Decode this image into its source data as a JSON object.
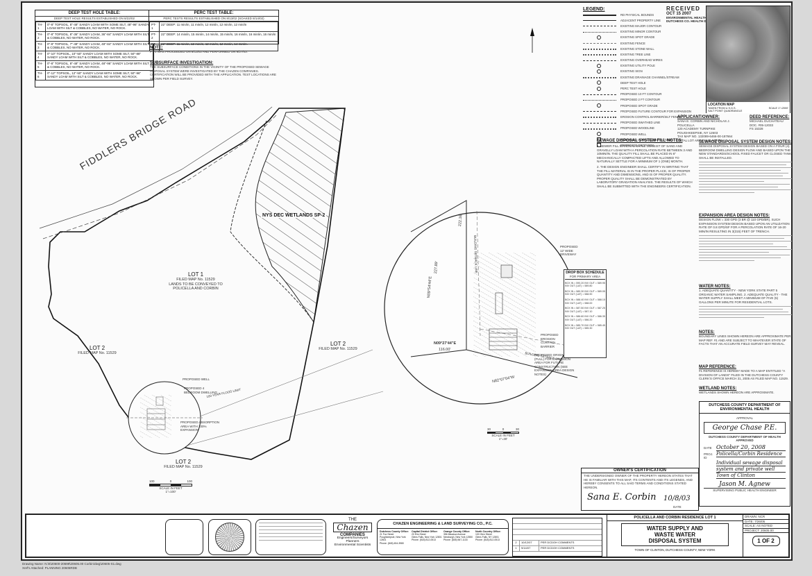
{
  "received_stamp": {
    "title": "RECEIVED",
    "date": "OCT 15 2007",
    "line1": "ENVIRONMENTAL HEALTH",
    "line2": "DUTCHESS CO. HEALTH DEPT."
  },
  "deep_test_table": {
    "title": "DEEP TEST HOLE TABLE:",
    "subtitle": "DEEP TEST HOLE RESULTS ESTABLISHED ON 8/22/02",
    "rows": [
      {
        "id": "TH-1",
        "desc": "0\"-8\" TOPSOIL, 8\"-48\" SANDY LOAM WITH SOME SILT, 48\"-96\" SANDY LOAM WITH SILT & COBBLES, NO WATER, NO ROCK."
      },
      {
        "id": "TH-2",
        "desc": "0\"-8\" TOPSOIL, 8\"-36\" SANDY LOAM, 36\"-84\" SANDY LOAM WITH SILT & COBBLES, NO WATER, NO ROCK."
      },
      {
        "id": "TH-3",
        "desc": "0\"-8\" TOPSOIL, 7\"-48\" SANDY LOAM, 48\"-84\" SANDY LOAM WITH SILT & COBBLES, NO WATER, NO ROCK."
      },
      {
        "id": "TH-4",
        "desc": "0\"-10\" TOPSOIL, 10\"-50\" SANDY LOAM WITH SOME SILT, 50\"-88\" SANDY LOAM WITH SILT & COBBLES, NO WATER, NO ROCK."
      },
      {
        "id": "TH-5",
        "desc": "0\"-8\" TOPSOIL, 8\"-48\" SANDY LOAM, 48\"-96\" SANDY LOAM WITH SILT & COBBLES, NO WATER, NO ROCK."
      },
      {
        "id": "TH-6",
        "desc": "0\"-12\" TOPSOIL, 12\"-50\" SANDY LOAM WITH SOME SILT, 50\"-96\" SANDY LOAM WITH SILT & COBBLES, NO WATER, NO ROCK."
      }
    ]
  },
  "perc_test_table": {
    "title": "PERC TEST TABLE:",
    "subtitle": "PERC TESTS RESULTS ESTABLISHED ON 8/13/02 (SOAKED 8/14/02)",
    "rows": [
      {
        "id": "PT-1",
        "desc": "22\" DEEP: 11 min/in, 11 min/in, 12 min/in, 12 min/in, 12 min/in"
      },
      {
        "id": "PT-2",
        "desc": "22\" DEEP: 14 min/in, 15 min/in, 14 min/in, 15 min/in, 16 min/in, 16 min/in, 16 min/in"
      },
      {
        "id": "PT-3",
        "desc": "22\" DEEP: 11 min/in, 12 min/in, 12 min/in, 12 min/in, 14 min/in."
      }
    ]
  },
  "note": {
    "title": "NOTE:",
    "text": "PT-3 WAS PROCEEDED ON 8/13/02 AND PERFORMED ON 8/27/03."
  },
  "subsurface": {
    "title": "SUBSURFACE INVESTIGATION:",
    "text": "THE SUBSURFACE CONDITIONS IN THE VICINITY OF THE PROPOSED SEWAGE DISPOSAL SYSTEM WERE INVESTIGATED BY THE CHAZEN COMPANIES. CERTIFICATION WILL BE PROVIDED WITH THE APPLICATION. TEST LOCATIONS ARE SHOWN PER FIELD SURVEY."
  },
  "legend": {
    "title": "LEGEND:",
    "items": [
      "RD PHYSICAL BOUNDS",
      "ADJACENT PROPERTY LINE",
      "EXISTING MAJOR CONTOUR",
      "EXISTING MINOR CONTOUR",
      "EXISTING SPOT GRADE",
      "EXISTING FENCE",
      "EXISTING STONE WALL",
      "EXISTING TREE LINE",
      "EXISTING OVERHEAD WIRES",
      "EXISTING UTILITY POLE",
      "EXISTING SIGN",
      "EXISTING DRAINAGE CHANNEL/STREAM",
      "DEEP TEST HOLE",
      "PERC TEST HOLE",
      "PROPOSED 10 FT CONTOUR",
      "PROPOSED 2 FT CONTOUR",
      "PROPOSED SPOT GRADE",
      "PROPOSED FUTURE CONTOUR FOR EXPANSION",
      "EROSION CONTROL BARRIER/SILT FENCE",
      "PROPOSED SWATHED LINE",
      "PROPOSED WOODLINE",
      "PROPOSED WELL",
      "PROPOSED 1,000 GAL SEPTIC TANK",
      "PROPOSED DROP BOX"
    ]
  },
  "location_map": {
    "title": "LOCATION MAP",
    "source": "TAKEN FROM U.S.G.S.",
    "quad": "SALT POINT QUADRANGLE",
    "scale": "SCALE 1\"=2000'"
  },
  "applicant": {
    "title": "APPLICANT/OWNER:",
    "lines": [
      "SANA E. CORBIN AND NICHOLAS J. POLICELLA",
      "120 ACADEMY TURNPIKE",
      "POUGHKEEPSIE, NY 12603"
    ],
    "tax": "TAX MAP NO. 132089-6466-00-187664",
    "area": "TOTAL LOT AREA: 4.40 ACRES"
  },
  "deed": {
    "title": "DEED REFERENCE:",
    "lines": [
      "MICHAEL DUCHATEAU",
      "DOC. #05-12033",
      "FS 15328"
    ]
  },
  "fill_notes": {
    "title": "SEWAGE DISPOSAL SYSTEM FILL NOTES:",
    "items": [
      "1. SEWER FILL MATERIAL SHALL CONSIST OF SAND AND GRAVELLY LOAM WITH A PERCOLATION RATE BETWEEN 3 AND 10MIN/IN. THE QUALITY FILL SHALL BE PLACED IN 6\" MECHANICALLY COMPACTED LIFTS AND ALLOWED TO NATURALLY SETTLE FOR A MINIMUM OF 1 (ONE) MONTH.",
      "2. THE DESIGN ENGINEER SHALL CERTIFY IN WRITING THAT THE FILL MATERIAL IS IN THE PROPER PLACE, IS OF PROPER QUANTITY AND DIMENSIONS, AND IS OF PROPER QUALITY. PROPER QUALITY SHALL BE DEMONSTRATED BY LABORATORY GRADATION ANALYSIS. THE RESULTS OF WHICH SHALL BE SUBMITTED WITH THE ENGINEERS CERTIFICATION."
    ]
  },
  "design_notes": {
    "title": "SEWAGE DISPOSAL SYSTEM DESIGN NOTES:",
    "text": "SEWAGE DISPOSAL SYSTEM DESIGN BASED ON A FOUR (4) BEDROOM DWELLING DESIGN FLOW AND BASED UPON THE NEW STANDARDS/SCHOOL FIXED FAUCET OR CLOSED TANK SHALL BE INSTALLED."
  },
  "expansion_notes": {
    "title": "EXPANSION AREA DESIGN NOTES:",
    "text": "DESIGN FLOW = 330 GPD (3 BR @ 110 GPD/BR). SUCH EXPANSION SYSTEM DESIGN BASED UPON AN UTILIZATION RATE OF 0.8 GPD/SF FOR A PERCOLATION RATE OF 16-20 MIN/IN RESULTING IN 3(315) FEET OF TRENCH."
  },
  "water_notes": {
    "title": "WATER NOTES:",
    "text": "1. ADEQUATE QUANTITY - NEW YORK STATE PART 5 ORGANIC WATER SAMPLING. 2. ADEQUATE QUALITY - THE WATER SUPPLY SHALL MEET A MINIMUM OF FIVE (5) GALLONS PER MINUTE FOR RESIDENTIAL LOTS."
  },
  "notes2": {
    "title": "NOTES:",
    "text": "BOUNDARY LINES SHOWN HEREON ARE APPROXIMATE PER MAP REF. #1 AND ARE SUBJECT TO WHATEVER STATE OF FACTS THAT AN ACCURATE FIELD SURVEY MAY REVEAL."
  },
  "map_reference": {
    "title": "MAP REFERENCE:",
    "text": "#1 REFERENCE IS HEREBY MADE TO A MAP ENTITLED \"A DIVISION OF LANDS\" FILED IN THE DUTCHESS COUNTY CLERK'S OFFICE MARCH 31, 2005 AS FILED MAP NO. 11529."
  },
  "wetland_notes": {
    "title": "WETLAND NOTES:",
    "text": "WETLANDS SHOWN HEREON ARE APPROXIMATE."
  },
  "dept": {
    "title": "DUTCHESS COUNTY DEPARTMENT OF ENVIRONMENTAL HEALTH",
    "approval_for": "APPROVAL",
    "signature": "George Chase P.E.",
    "commissioner": "DUTCHESS COUNTY DEPARTMENT OF HEALTH",
    "approved": "APPROVED",
    "date_label": "DATE",
    "date_value": "October 20, 2008",
    "project_label": "PROJ. ID",
    "project_value": "Policella/Corbin Residence",
    "project_line2": "Individual sewage disposal",
    "project_line3": "system and private well",
    "project_line4": "Town of Clinton",
    "signer": "Jason M. Agnew",
    "signer_title": "SUPERVISING PUBLIC HEALTH ENGINEER"
  },
  "owners_cert": {
    "title": "OWNER'S CERTIFICATION",
    "text": "THE UNDERSIGNED OWNER OF THE PROPERTY HEREON STATES THAT HE IS FAMILIAR WITH THIS MAP, ITS CONTENTS AND ITS LEGENDS, AND HEREBY CONSENTS TO ALL SAID TERMS AND CONDITIONS STATED HEREON.",
    "signature": "Sana E. Corbin",
    "date": "10/8/03",
    "date_label": "DATE"
  },
  "drawing": {
    "road": "FIDDLERS BRIDGE ROAD",
    "wetlands": "NYS DEC WETLANDS SP-2",
    "lot1_title": "LOT 1",
    "lot1_map": "FILED MAP No. 11529",
    "lot1_line1": "LANDS TO BE CONVEYED TO",
    "lot1_line2": "POLICELLA AND CORBIN",
    "lot2_left": "LOT 2",
    "lot2_left_map": "FILED MAP No. 11529",
    "lot2_right": "LOT 2",
    "lot2_right_map": "FILED MAP No. 11529",
    "lot2_bottom": "LOT 2",
    "lot2_bottom_map": "FILED MAP No. 11529",
    "bearing1": "N09°27'44\"E",
    "bearing1_dist": "116.00'",
    "bearing2": "N82°07'04\"W",
    "bearing3": "N09°54'44\"E",
    "dist3": "227.89'",
    "setback": "BUILDING SETBACK LINE",
    "setback2": "BUILDING SETBACK LINE",
    "dim_top": "222.16'",
    "proposed_well": "PROPOSED WELL",
    "proposed_dwelling": "PROPOSED 4 BEDROOM DWELLING",
    "proposed_absorption": "PROPOSED ABSORPTION AREA WITH 100% EXPANSION",
    "flood": "100 YEAR FLOOD LIMIT",
    "expansion_note": "PROPOSED ORIGINAL (FULL) FOR EXPANSION AREA FOR FUTURE CONSTRUCTION (SEE EXPANSION AREA DESIGN NOTES)",
    "proposed_driveway": "PROPOSED 12' WIDE DRIVEWAY",
    "proposed_silt": "PROPOSED EROSION CONTROL BARRIER"
  },
  "drop_box": {
    "title": "DROP BOX SCHEDULE",
    "subtitle": "FOR PRIMARY AREA",
    "rows": [
      "BOX IN = 590.20  INV OUT = 589.95  INV OUT (LAT) = 589.80",
      "BOX IN = 589.30  INV OUT = 589.05  INV OUT (LAT) = 588.90",
      "BOX IN = 588.40  INV OUT = 588.15  INV OUT (LAT) = 588.00",
      "BOX IN = 587.50  INV OUT = 587.25  INV OUT (LAT) = 587.10",
      "BOX IN = 586.60  INV OUT = 586.35  INV OUT (LAT) = 586.20",
      "BOX IN = 585.70  INV OUT = 585.45  INV OUT (LAT) = 585.30"
    ]
  },
  "scales": {
    "main": "SCALE IN FEET",
    "main_ratio": "1\"=100'",
    "main_ticks": [
      "100",
      "0",
      "100"
    ],
    "detail": "SCALE IN FEET",
    "detail_ratio": "1\"=30'",
    "detail_ticks": [
      "30",
      "0",
      "30"
    ]
  },
  "title_block": {
    "company": "CHAZEN ENGINEERING & LAND SURVEYING CO., P.C.",
    "logo_line1": "THE",
    "logo_line2": "Chazen",
    "logo_line3": "COMPANIES",
    "logo_line4": "Engineers/Surveyors",
    "logo_line5": "Planners",
    "logo_line6": "Environmental Scientists",
    "offices": [
      {
        "name": "Dutchess County Office:",
        "lines": [
          "21 Fox Street",
          "Poughkeepsie, New York 12601",
          "Phone: (845) 454-3980"
        ]
      },
      {
        "name": "Capital District Office:",
        "lines": [
          "20 Elm Street",
          "Glens Falls, New York 12801",
          "Phone: (518) 812-0513"
        ]
      },
      {
        "name": "Orange County Office:",
        "lines": [
          "356 Meadow Avenue",
          "Newburgh, New York 12550",
          "Phone: (845) 567-1133"
        ]
      },
      {
        "name": "North Country Office:",
        "lines": [
          "100 Glen Street",
          "Glens Falls, NY 12801",
          "Phone: (518) 812-0513"
        ]
      }
    ],
    "revisions": [
      {
        "no": "2",
        "date": "10/12/07",
        "desc": "PER DCDOH COMMENTS"
      },
      {
        "no": "1",
        "date": "9/14/07",
        "desc": "PER DCDOH COMMENTS"
      }
    ],
    "project_title": "POLICELLA AND CORBIN RESIDENCE LOT 1",
    "sheet_title_1": "WATER SUPPLY AND",
    "sheet_title_2": "WASTE WATER",
    "sheet_title_3": "DISPOSAL SYSTEM",
    "location": "TOWN OF CLINTON, DUTCHESS COUNTY, NEW YORK",
    "sheet": "1 OF 2",
    "drawn": "DRAWN: NCR",
    "date": "DATE: 7/26/05",
    "scale": "SCALE: AS NOTED",
    "project_no": "PROJECT: 20605.00"
  },
  "footer": {
    "line1": "Drawing Name: N:\\6\\20600-20699\\20605.00 Corbin\\dwg\\20605-S1.dwg",
    "line2": "Xref's Attached: PLANNING  20605RDB"
  }
}
